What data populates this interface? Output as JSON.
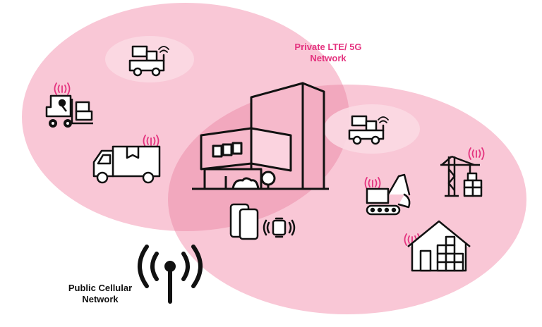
{
  "labels": {
    "private_network": [
      "Private LTE/ 5G",
      "Network"
    ],
    "public_network": [
      "Public Cellular",
      "Network"
    ]
  },
  "colors": {
    "accent": "#e4337f",
    "coverage_fill": "#f9c7d6",
    "overlap_fill": "#f2a8be",
    "line": "#111111",
    "building_fill": "#f6b9cb",
    "signal": "#e4337f"
  },
  "icons": [
    "robot-cart-icon",
    "forklift-icon",
    "delivery-truck-icon",
    "factory-building-icon",
    "smartphones-icon",
    "smartwatch-icon",
    "excavator-icon",
    "tower-crane-icon",
    "warehouse-icon",
    "cell-tower-icon"
  ]
}
